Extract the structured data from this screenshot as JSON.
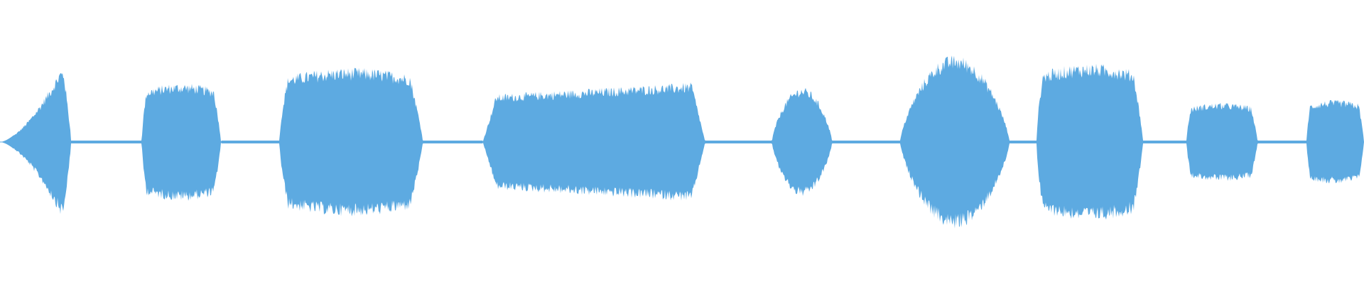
{
  "waveform": {
    "color": "#5DAAE1",
    "segments": [
      {
        "start": 0.0,
        "end": 0.052,
        "peak": 0.52,
        "shape": "rise"
      },
      {
        "start": 0.104,
        "end": 0.162,
        "peak": 0.42,
        "shape": "flat"
      },
      {
        "start": 0.205,
        "end": 0.31,
        "peak": 0.53,
        "shape": "flat"
      },
      {
        "start": 0.354,
        "end": 0.517,
        "peak": 0.43,
        "shape": "ramp"
      },
      {
        "start": 0.566,
        "end": 0.61,
        "peak": 0.39,
        "shape": "bump"
      },
      {
        "start": 0.66,
        "end": 0.74,
        "peak": 0.62,
        "shape": "bump"
      },
      {
        "start": 0.76,
        "end": 0.838,
        "peak": 0.56,
        "shape": "flat"
      },
      {
        "start": 0.87,
        "end": 0.922,
        "peak": 0.28,
        "shape": "flat"
      },
      {
        "start": 0.958,
        "end": 1.0,
        "peak": 0.3,
        "shape": "flat"
      }
    ],
    "silence_level": 0.01
  }
}
